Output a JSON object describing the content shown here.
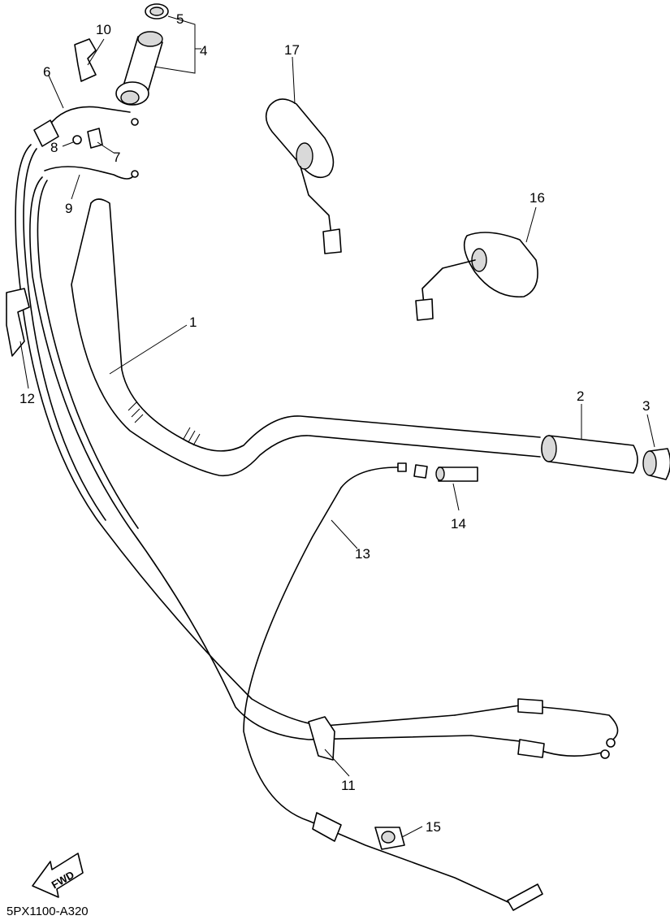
{
  "diagram": {
    "callouts": [
      "1",
      "2",
      "3",
      "4",
      "5",
      "6",
      "7",
      "8",
      "9",
      "10",
      "11",
      "12",
      "13",
      "14",
      "15",
      "16",
      "17"
    ],
    "direction_label": "FWD",
    "drawing_code": "5PX1100-A320",
    "line_color": "#000000",
    "background_color": "#ffffff"
  }
}
